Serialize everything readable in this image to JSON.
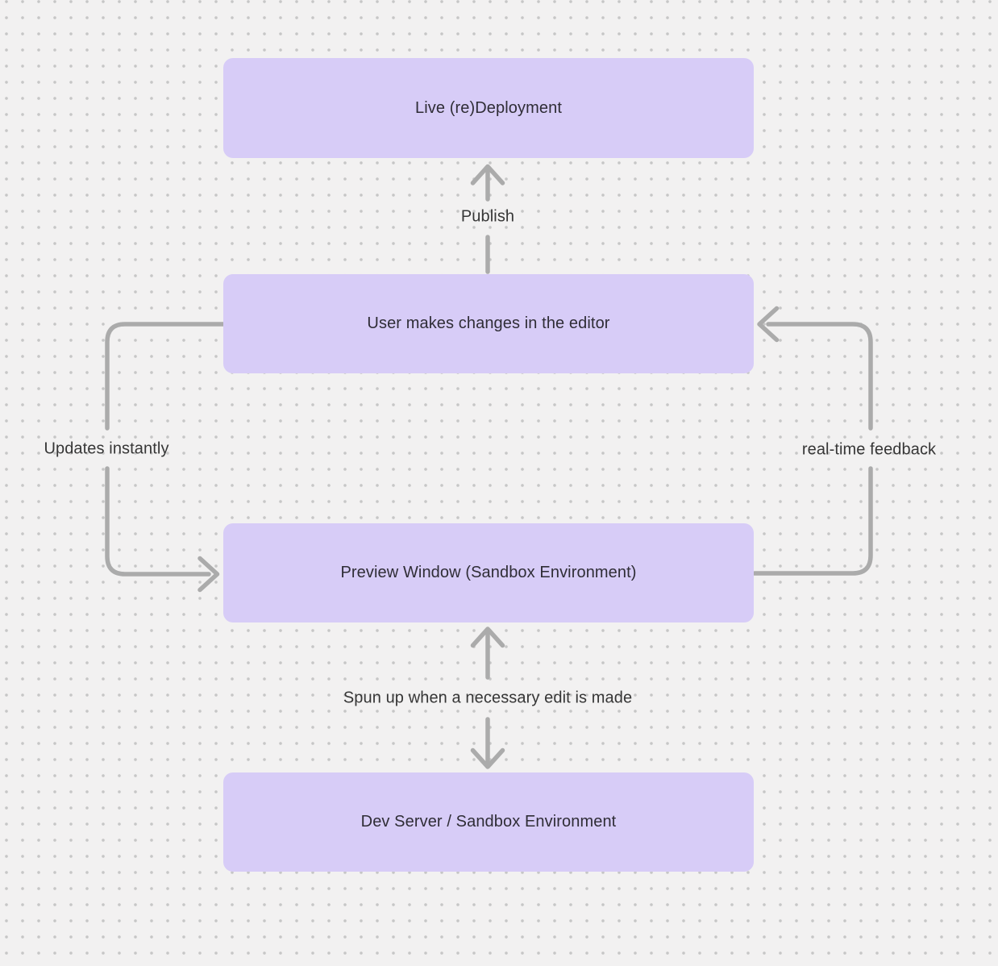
{
  "diagram": {
    "nodes": [
      {
        "id": "live-redeployment",
        "label": "Live (re)Deployment"
      },
      {
        "id": "user-editor",
        "label": "User makes changes in the editor"
      },
      {
        "id": "preview-window",
        "label": "Preview Window (Sandbox Environment)"
      },
      {
        "id": "dev-server",
        "label": "Dev Server / Sandbox Environment"
      }
    ],
    "edges": [
      {
        "id": "publish",
        "label": "Publish",
        "from": "user-editor",
        "to": "live-redeployment",
        "direction": "up"
      },
      {
        "id": "updates-instantly",
        "label": "Updates instantly",
        "from": "user-editor",
        "to": "preview-window",
        "direction": "down-left-loop"
      },
      {
        "id": "real-time-feedback",
        "label": "real-time feedback",
        "from": "preview-window",
        "to": "user-editor",
        "direction": "up-right-loop"
      },
      {
        "id": "spun-up",
        "label": "Spun up when a necessary edit is made",
        "from": "preview-window",
        "to": "dev-server",
        "direction": "bidirectional"
      }
    ],
    "colors": {
      "background": "#f2f1f1",
      "grid_dot": "#c6c6c6",
      "node_fill": "#d7ccf7",
      "node_text": "#2f2d36",
      "arrow": "#ababab",
      "edge_label_text": "#363636"
    }
  }
}
